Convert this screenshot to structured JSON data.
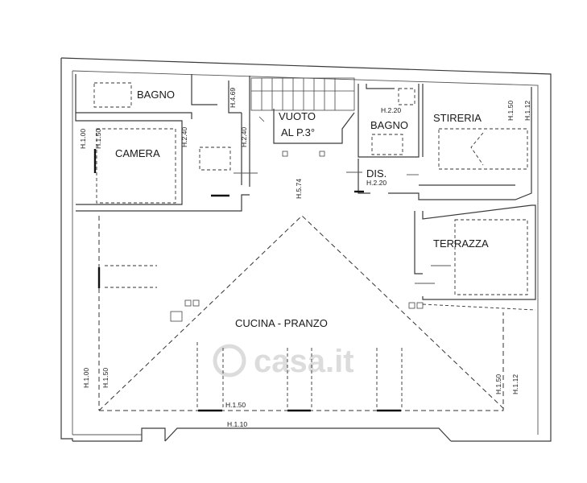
{
  "rooms": {
    "bagno_1": "BAGNO",
    "camera": "CAMERA",
    "vuoto_line1": "VUOTO",
    "vuoto_line2": "AL P.3°",
    "bagno_2": "BAGNO",
    "stireria": "STIRERIA",
    "dis": "DIS.",
    "terrazza": "TERRAZZA",
    "cucina_pranzo": "CUCINA - PRANZO"
  },
  "heights": {
    "h_469": "H.4.69",
    "h_240_a": "H.2.40",
    "h_240_b": "H.2.40",
    "h_100_top": "H.1.00",
    "h_150_top": "H.1.50",
    "h_574": "H.5.74",
    "h_220_a": "H.2.20",
    "h_220_b": "H.2.20",
    "h_150_right": "H.1.50",
    "h_112_right": "H.1.12",
    "h_100_bottom": "H.1.00",
    "h_150_bottom_left": "H.1.50",
    "h_150_bottom_right": "H.1.50",
    "h_112_bottom_right": "H.1.12",
    "h_150_base": "H.1.50",
    "h_110_base": "H.1.10"
  },
  "watermark": "casa.it"
}
